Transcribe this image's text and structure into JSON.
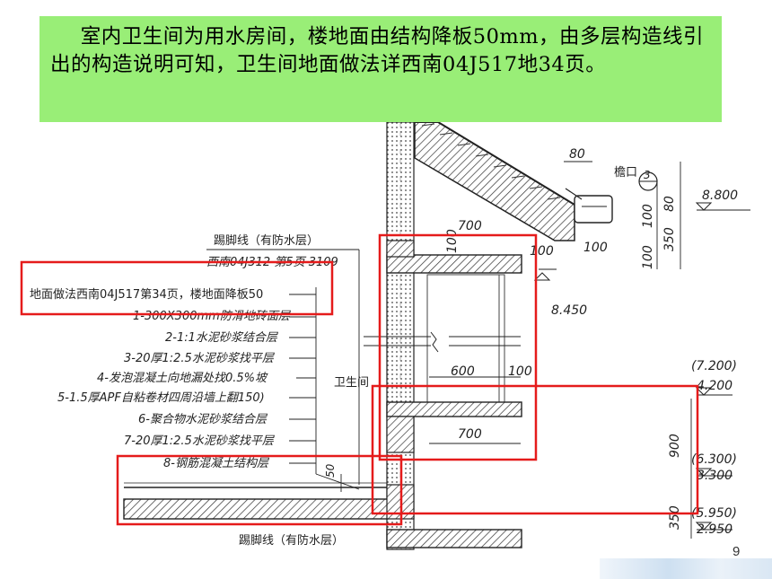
{
  "callout": {
    "text": "室内卫生间为用水房间，楼地面由结构降板50mm，由多层构造线引出的构造说明可知，卫生间地面做法详西南04J517地34页。"
  },
  "drawing": {
    "skirting_top": "踢脚线（有防水层）",
    "skirting_top_ref": "西南04J312 第5页 3109",
    "floor_spec": "地面做法西南04J517第34页，楼地面降板50",
    "layers": [
      "1-300X300mm防滑地砖面层",
      "2-1:1水泥砂浆结合层",
      "3-20厚1:2.5水泥砂浆找平层",
      "4-发泡混凝土向地漏处找0.5%坡",
      "5-1.5厚APF自粘卷材四周沿墙上翻150)",
      "6-聚合物水泥砂浆结合层",
      "7-20厚1:2.5水泥砂浆找平层",
      "8-钢筋混凝土结构层"
    ],
    "room_name": "卫生间",
    "skirting_bottom": "踢脚线（有防水层）",
    "eave_label": "檐口",
    "detail_number": "3",
    "dims": {
      "d80_top": "80",
      "d700_top": "700",
      "d100_a": "100",
      "d100_b": "100",
      "d100_c": "100",
      "d100_side1": "100",
      "d80_side": "80",
      "d350_side": "350",
      "d100_side2": "100",
      "d600": "600",
      "d100_mid": "100",
      "d700_mid": "700",
      "d900": "900",
      "d350_bot": "350",
      "d50": "50"
    },
    "elevations": {
      "e8800": "8.800",
      "e8450": "8.450",
      "e7200": "(7.200)",
      "e4200": "4.200",
      "e6300": "(6.300)",
      "e3300": "3.300",
      "e5950": "(5.950)",
      "e2950": "2.950"
    }
  },
  "page_number": "9",
  "colors": {
    "callout_bg": "#99ee77",
    "highlight": "#e51b1b"
  }
}
